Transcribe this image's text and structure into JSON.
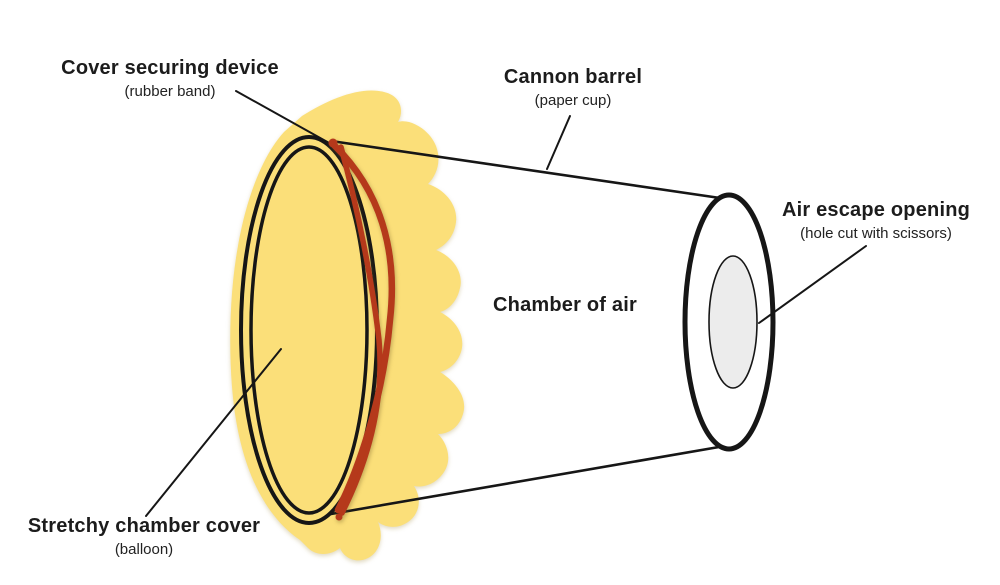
{
  "diagram": {
    "subject": "air cannon made from a paper cup",
    "labels": {
      "cover_securing_device": {
        "title": "Cover securing device",
        "subtitle": "(rubber band)"
      },
      "cannon_barrel": {
        "title": "Cannon barrel",
        "subtitle": "(paper cup)"
      },
      "air_escape_opening": {
        "title": "Air escape opening",
        "subtitle": "(hole cut with scissors)"
      },
      "chamber_of_air": {
        "title": "Chamber of air"
      },
      "stretchy_chamber_cover": {
        "title": "Stretchy chamber cover",
        "subtitle": "(balloon)"
      }
    },
    "colors": {
      "balloon_yellow": "#FBDF79",
      "rubber_band_red": "#B5391B",
      "outline_black": "#161616",
      "hole_gray": "#ECECEC",
      "background": "#FFFFFF"
    }
  }
}
